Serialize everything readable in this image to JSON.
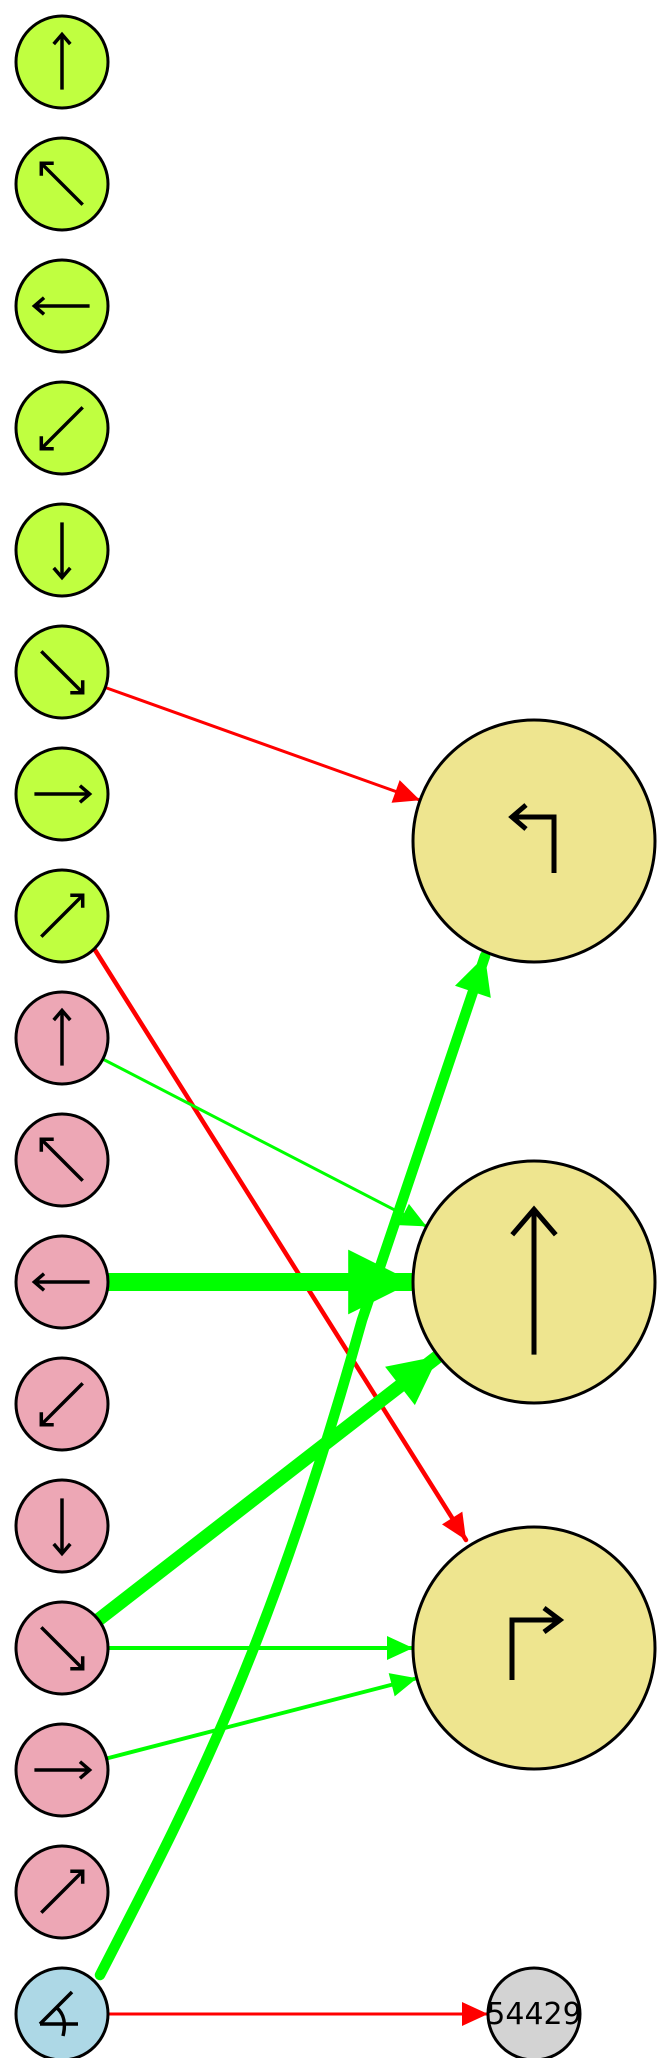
{
  "diagram": {
    "colors": {
      "input_a": "#c0ff40",
      "input_b": "#eda7b5",
      "bias": "#add8e6",
      "output": "#eee58f",
      "extra": "#d3d3d3",
      "positive": "#00ff00",
      "negative": "#ff0000",
      "outline": "#000000"
    },
    "nodes": [
      {
        "id": "a_up",
        "group": "input_a",
        "icon": "arrow-up-icon"
      },
      {
        "id": "a_upleft",
        "group": "input_a",
        "icon": "arrow-up-left-icon"
      },
      {
        "id": "a_left",
        "group": "input_a",
        "icon": "arrow-left-icon"
      },
      {
        "id": "a_downleft",
        "group": "input_a",
        "icon": "arrow-down-left-icon"
      },
      {
        "id": "a_down",
        "group": "input_a",
        "icon": "arrow-down-icon"
      },
      {
        "id": "a_downright",
        "group": "input_a",
        "icon": "arrow-down-right-icon"
      },
      {
        "id": "a_right",
        "group": "input_a",
        "icon": "arrow-right-icon"
      },
      {
        "id": "a_upright",
        "group": "input_a",
        "icon": "arrow-up-right-icon"
      },
      {
        "id": "b_up",
        "group": "input_b",
        "icon": "arrow-up-icon"
      },
      {
        "id": "b_upleft",
        "group": "input_b",
        "icon": "arrow-up-left-icon"
      },
      {
        "id": "b_left",
        "group": "input_b",
        "icon": "arrow-left-icon"
      },
      {
        "id": "b_downleft",
        "group": "input_b",
        "icon": "arrow-down-left-icon"
      },
      {
        "id": "b_down",
        "group": "input_b",
        "icon": "arrow-down-icon"
      },
      {
        "id": "b_downright",
        "group": "input_b",
        "icon": "arrow-down-right-icon"
      },
      {
        "id": "b_right",
        "group": "input_b",
        "icon": "arrow-right-icon"
      },
      {
        "id": "b_upright",
        "group": "input_b",
        "icon": "arrow-up-right-icon"
      },
      {
        "id": "bias",
        "group": "bias",
        "icon": "angle-icon"
      },
      {
        "id": "out_left",
        "group": "output",
        "icon": "turn-left-icon"
      },
      {
        "id": "out_forward",
        "group": "output",
        "icon": "arrow-up-icon"
      },
      {
        "id": "out_right",
        "group": "output",
        "icon": "turn-right-icon"
      },
      {
        "id": "extra",
        "group": "extra",
        "label": "54429"
      }
    ],
    "edges": [
      {
        "from": "a_downright",
        "to": "out_left",
        "sign": "negative",
        "weight": 1
      },
      {
        "from": "a_upright",
        "to": "out_right",
        "sign": "negative",
        "weight": 1.5
      },
      {
        "from": "b_up",
        "to": "out_forward",
        "sign": "positive",
        "weight": 1
      },
      {
        "from": "b_left",
        "to": "out_forward",
        "sign": "positive",
        "weight": 6
      },
      {
        "from": "b_downright",
        "to": "out_forward",
        "sign": "positive",
        "weight": 4.5
      },
      {
        "from": "b_downright",
        "to": "out_right",
        "sign": "positive",
        "weight": 1.3
      },
      {
        "from": "b_right",
        "to": "out_right",
        "sign": "positive",
        "weight": 1.3
      },
      {
        "from": "bias",
        "to": "out_left",
        "sign": "positive",
        "weight": 3.5
      },
      {
        "from": "bias",
        "to": "extra",
        "sign": "negative",
        "weight": 1
      }
    ]
  }
}
